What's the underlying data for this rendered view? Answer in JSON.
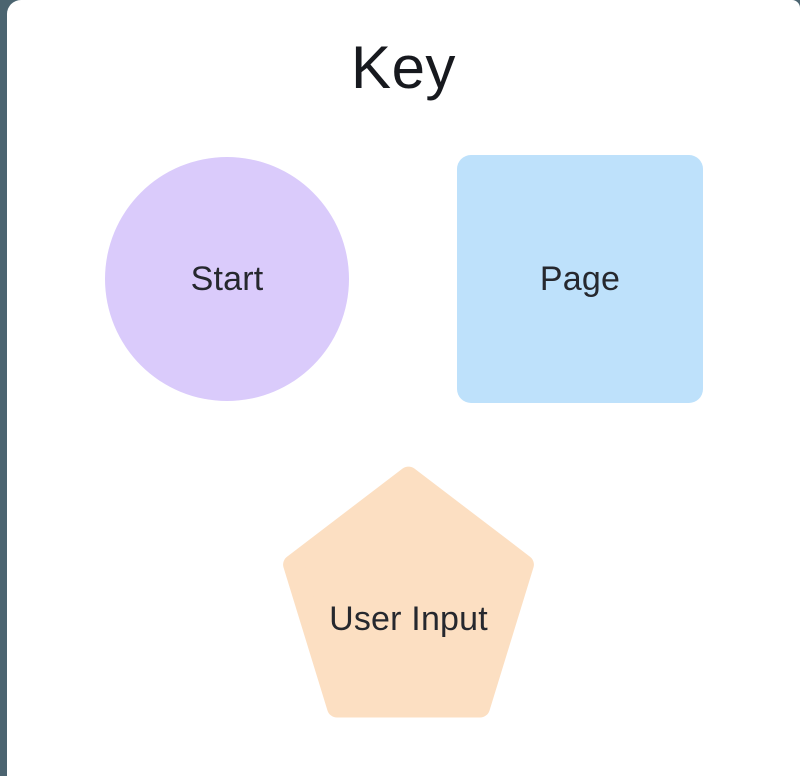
{
  "title": "Key",
  "legend": {
    "items": [
      {
        "label": "Start",
        "shape": "circle",
        "color": "#dacbfb"
      },
      {
        "label": "Page",
        "shape": "rounded-rectangle",
        "color": "#bee1fb"
      },
      {
        "label": "User Input",
        "shape": "pentagon",
        "color": "#fcdfc2"
      }
    ]
  },
  "colors": {
    "background_edge": "#4b6470",
    "canvas": "#ffffff",
    "title_text": "#17191e",
    "label_text": "#26282e"
  }
}
